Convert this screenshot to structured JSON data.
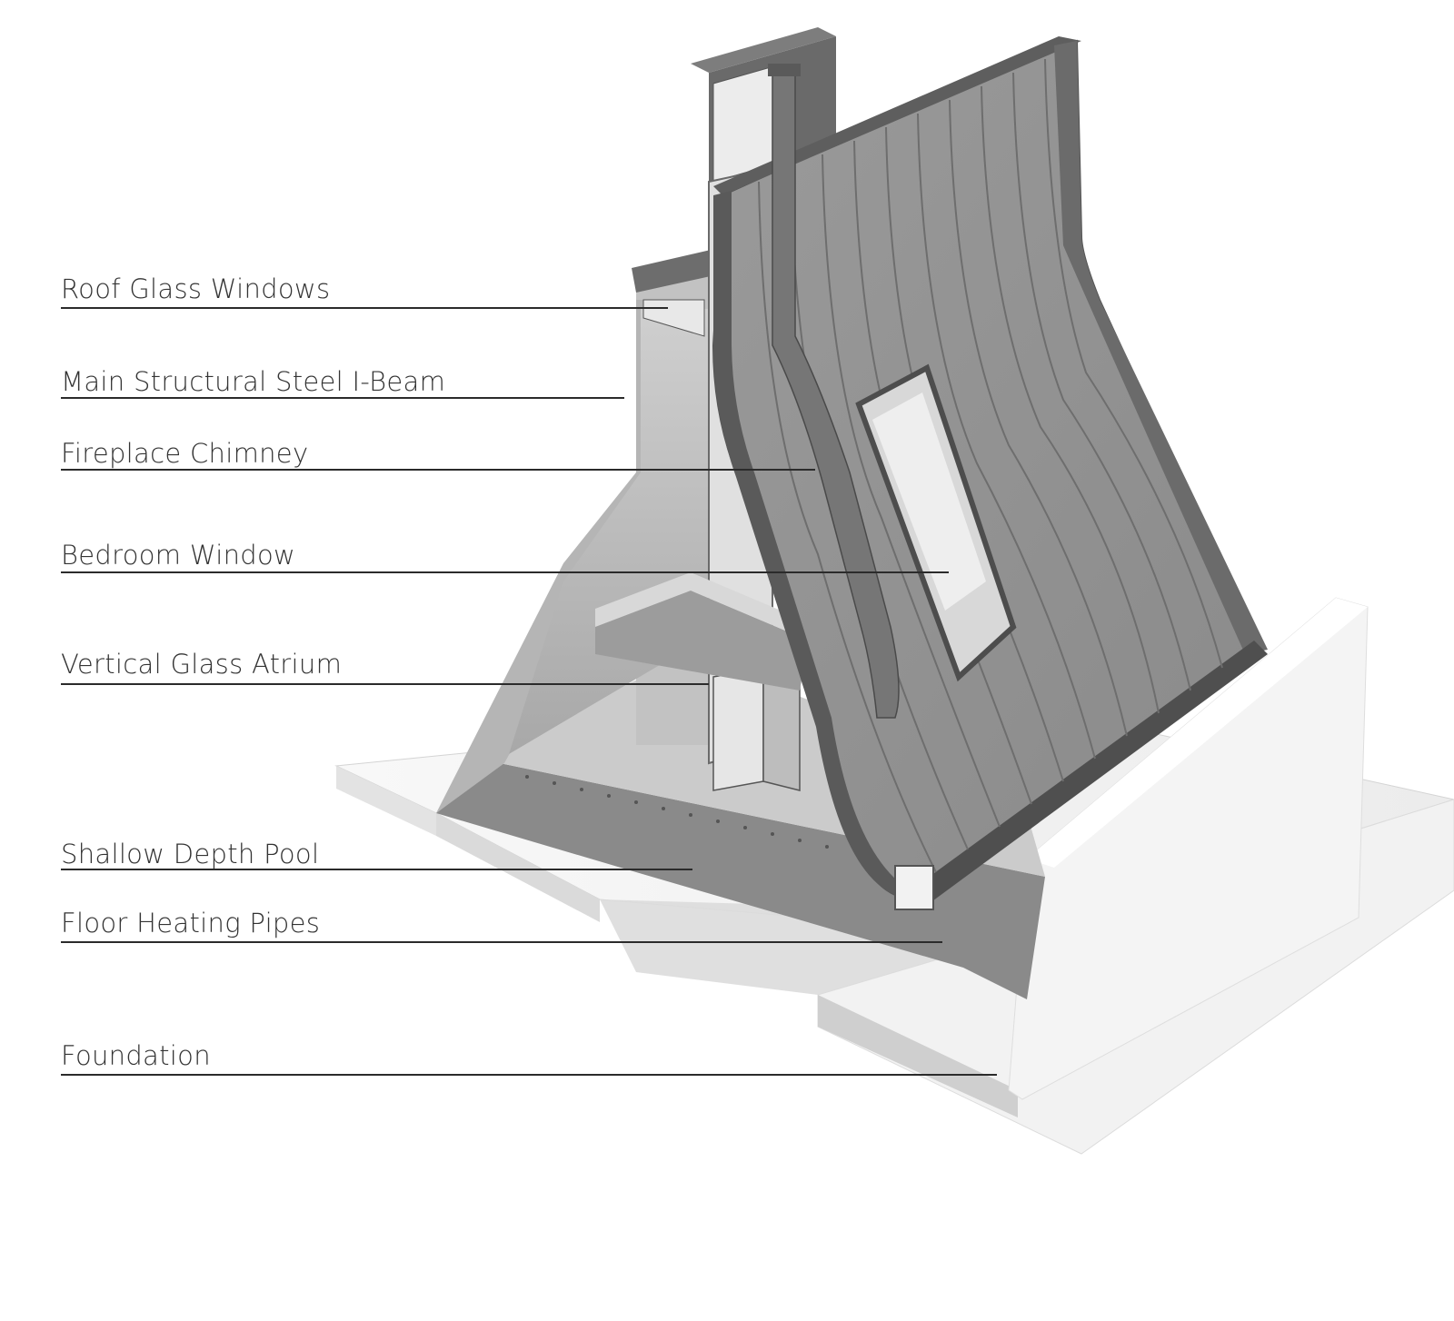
{
  "palette": {
    "background": "#ffffff",
    "roof": "#8f8f8f",
    "roof_rib": "#6e6e6e",
    "frame": "#5e5e5e",
    "wall": "#b9b9b9",
    "floor": "#cfcfcf",
    "slab": "#f6f6f6",
    "glass": "#e4e4e4",
    "leader": "#2b2b2b",
    "text": "#333333"
  },
  "labels": [
    {
      "text": "Roof Glass Windows"
    },
    {
      "text": "Main Structural Steel I-Beam"
    },
    {
      "text": "Fireplace Chimney"
    },
    {
      "text": "Bedroom Window"
    },
    {
      "text": "Vertical Glass Atrium"
    },
    {
      "text": "Shallow Depth Pool"
    },
    {
      "text": "Floor Heating Pipes"
    },
    {
      "text": "Foundation"
    }
  ]
}
